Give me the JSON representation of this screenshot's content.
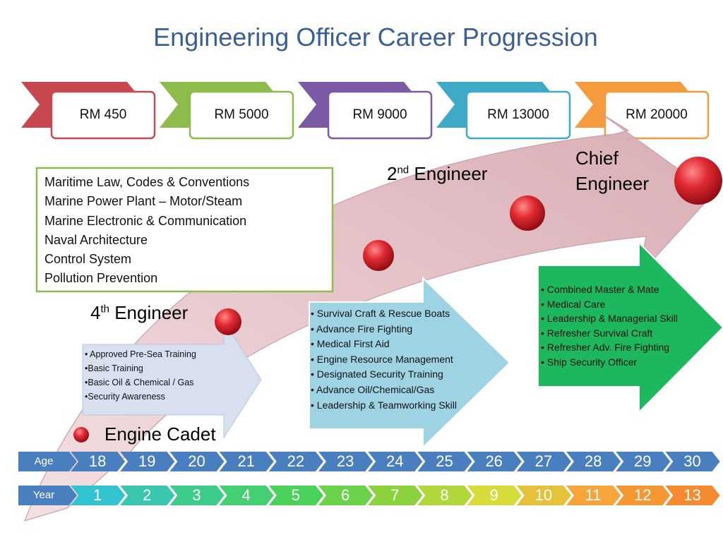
{
  "title": "Engineering Officer Career Progression",
  "salaries": [
    {
      "label": "RM 450",
      "color": "#c8484f"
    },
    {
      "label": "RM 5000",
      "color": "#8dbb4c"
    },
    {
      "label": "RM 9000",
      "color": "#7a5aa5"
    },
    {
      "label": "RM 13000",
      "color": "#3eaac7"
    },
    {
      "label": "RM 20000",
      "color": "#f59a3d"
    }
  ],
  "skills": [
    "Maritime Law, Codes & Conventions",
    "Marine Power Plant – Motor/Steam",
    "Marine Electronic & Communication",
    "Naval Architecture",
    "Control System",
    "Pollution Prevention"
  ],
  "ranks": {
    "cadet": "Engine Cadet",
    "fourth_num": "4",
    "fourth_sup": "th",
    "fourth_word": "Engineer",
    "second_num": "2",
    "second_sup": "nd",
    "second_word": "Engineer",
    "chief_line1": "Chief",
    "chief_line2": "Engineer"
  },
  "training": {
    "cadet": [
      "• Approved Pre-Sea Training",
      "•Basic Training",
      "•Basic Oil & Chemical / Gas",
      "•Security Awareness"
    ],
    "second": [
      "• Survival Craft & Rescue Boats",
      "• Advance Fire Fighting",
      "• Medical First Aid",
      "• Engine Resource Management",
      "• Designated  Security Training",
      "• Advance Oil/Chemical/Gas",
      "• Leadership & Teamworking Skill"
    ],
    "chief": [
      "• Combined Master & Mate",
      "• Medical Care",
      "• Leadership & Managerial Skill",
      "• Refresher Survival Craft",
      "• Refresher Adv. Fire Fighting",
      "• Ship Security Officer"
    ]
  },
  "timeline": {
    "age_label": "Age",
    "year_label": "Year",
    "ages": [
      "18",
      "19",
      "20",
      "21",
      "22",
      "23",
      "24",
      "25",
      "26",
      "27",
      "28",
      "29",
      "30"
    ],
    "years": [
      "1",
      "2",
      "3",
      "4",
      "5",
      "6",
      "7",
      "8",
      "9",
      "10",
      "11",
      "12",
      "13"
    ]
  },
  "colors": {
    "title": "#3a5f97",
    "age_chevron": "#4a7fbf",
    "year_gradient": [
      "#33c2d0",
      "#3dcc8c",
      "#4bd25a",
      "#8bd23c",
      "#d6dd3a",
      "#f5a53a",
      "#f58a2e"
    ],
    "skills_border": "#8dbb4c",
    "cadet_box": "#d8e0f0",
    "second_box": "#9dd3e3",
    "chief_box": "#1db85e",
    "curve_arrow": "#d9b3b8",
    "milestone": "#d21e27"
  }
}
